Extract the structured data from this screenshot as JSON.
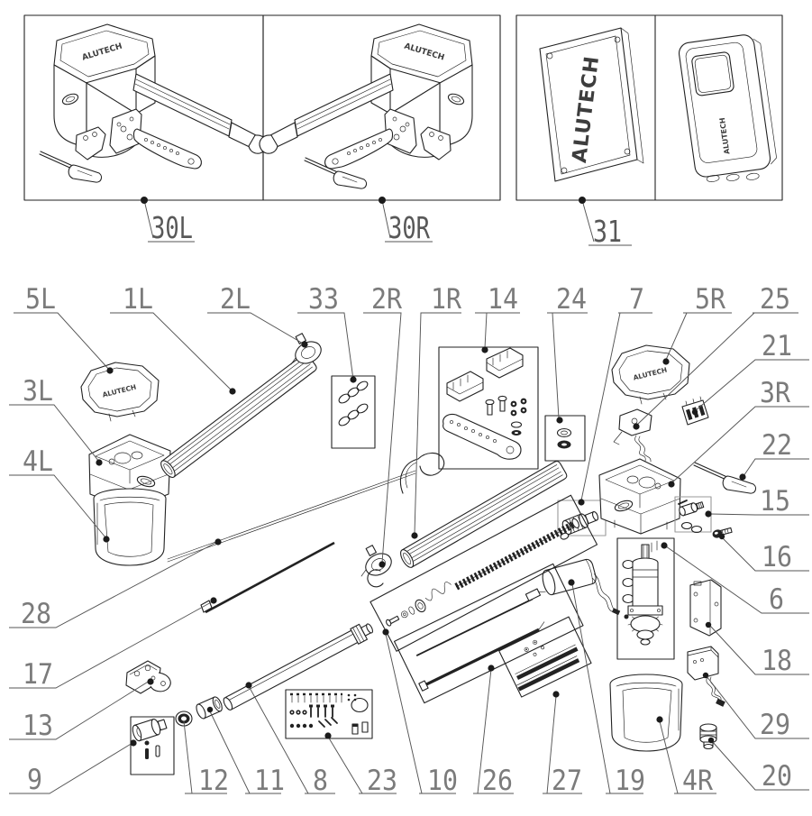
{
  "diagram": {
    "brand": "ALUTECH",
    "assembly_labels": {
      "l30L": "30L",
      "l30R": "30R",
      "l31": "31"
    },
    "callouts": {
      "5L": "5L",
      "1L": "1L",
      "2L": "2L",
      "33": "33",
      "2R": "2R",
      "1R": "1R",
      "14": "14",
      "24": "24",
      "7": "7",
      "5R": "5R",
      "25": "25",
      "21": "21",
      "3R": "3R",
      "22": "22",
      "15": "15",
      "16": "16",
      "6": "6",
      "18": "18",
      "29": "29",
      "20": "20",
      "3L": "3L",
      "4L": "4L",
      "28": "28",
      "17": "17",
      "13": "13",
      "9": "9",
      "12": "12",
      "11": "11",
      "8": "8",
      "23": "23",
      "10": "10",
      "26": "26",
      "27": "27",
      "19": "19",
      "4R": "4R"
    },
    "line_color": "#222222",
    "label_color": "#7b7b7b"
  }
}
